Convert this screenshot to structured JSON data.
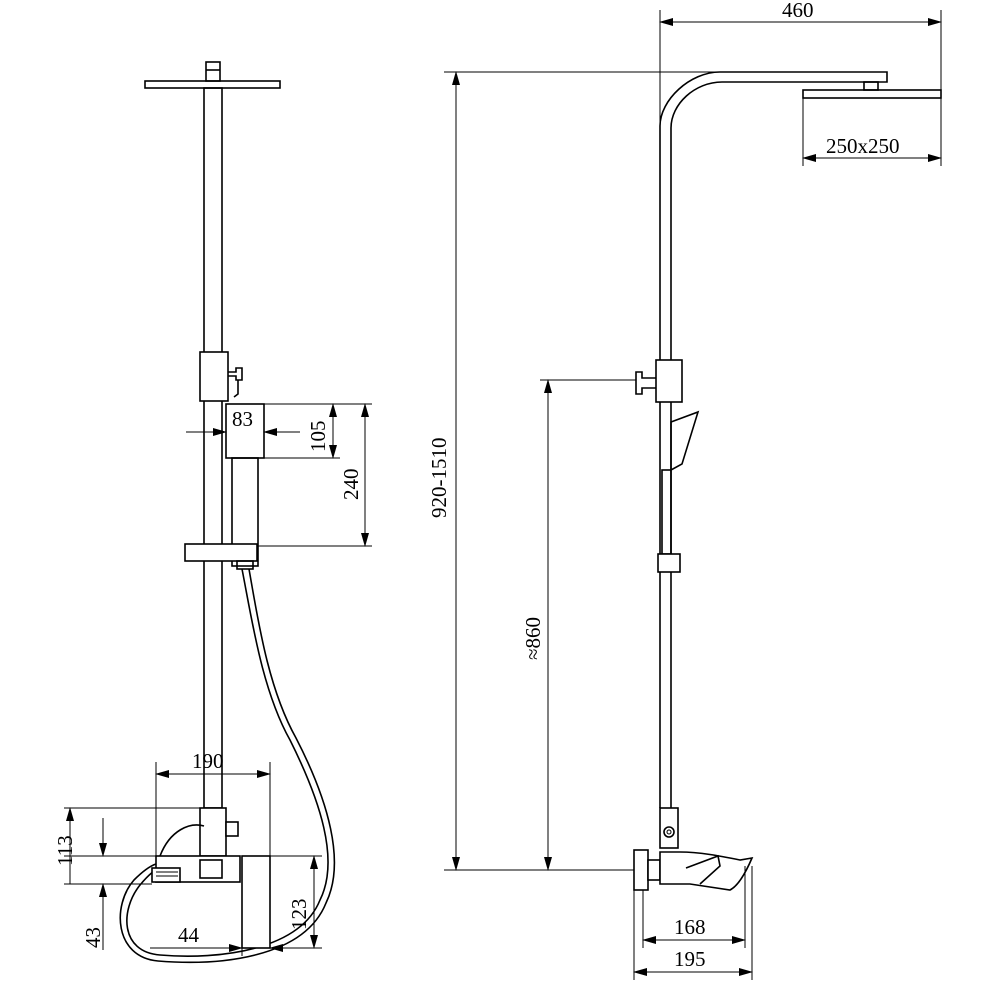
{
  "dimensions": {
    "d460": "460",
    "d250x250": "250x250",
    "d920_1510": "920-1510",
    "d860": "≈860",
    "d168": "168",
    "d195": "195",
    "d83": "83",
    "d105": "105",
    "d240": "240",
    "d190": "190",
    "d113": "113",
    "d43": "43",
    "d123": "123",
    "d44": "44"
  }
}
